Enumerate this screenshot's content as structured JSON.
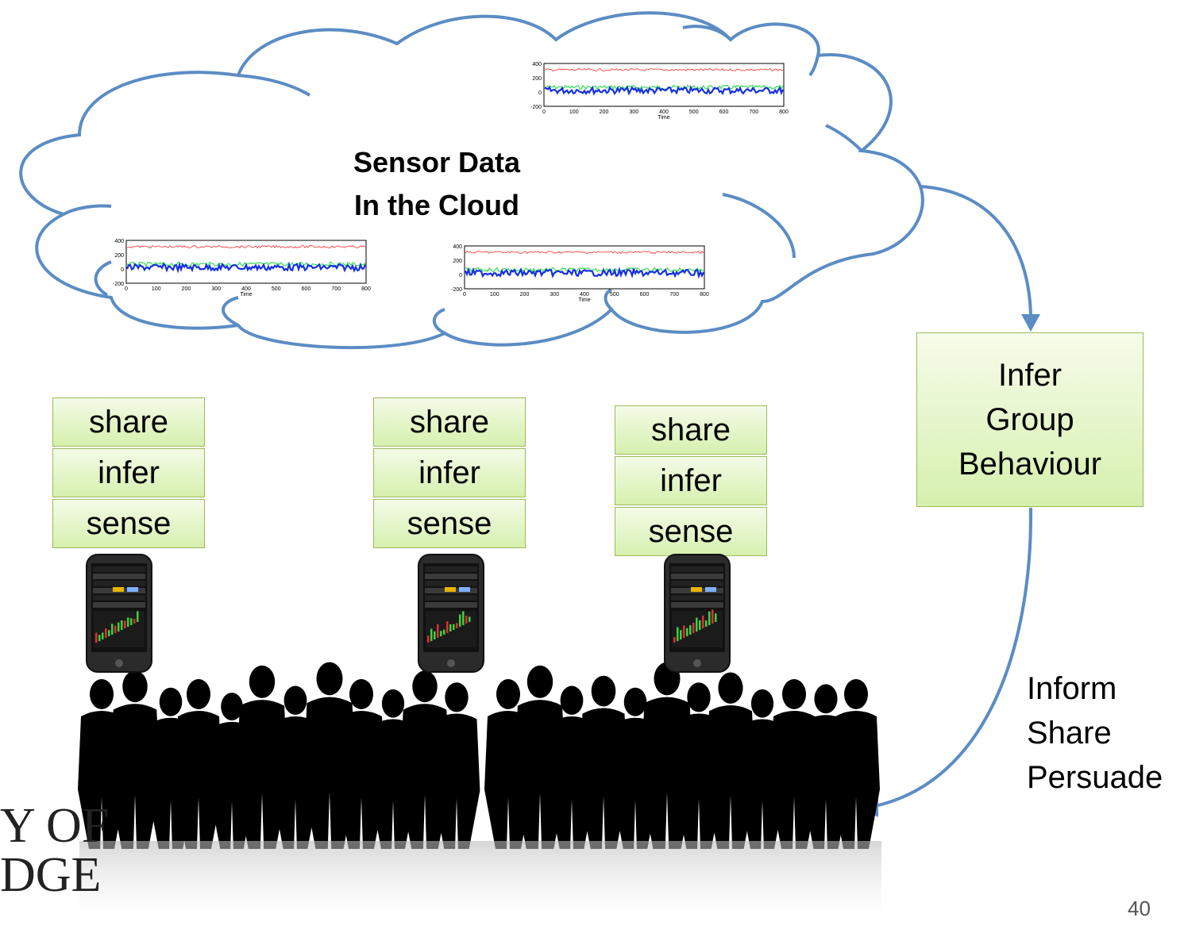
{
  "cloud": {
    "title_line1": "Sensor Data",
    "title_line2": "In the Cloud"
  },
  "mini_chart": {
    "y_ticks": [
      "400",
      "200",
      "0",
      "-200"
    ],
    "x_ticks": [
      "0",
      "100",
      "200",
      "300",
      "400",
      "500",
      "600",
      "700",
      "800"
    ],
    "xlabel": "Time",
    "colors": {
      "top": "#ff2a2a",
      "mid": "#33dd55",
      "low": "#1530e0"
    }
  },
  "stacks": [
    {
      "layers": [
        "share",
        "infer",
        "sense"
      ]
    },
    {
      "layers": [
        "share",
        "infer",
        "sense"
      ]
    },
    {
      "layers": [
        "share",
        "infer",
        "sense"
      ]
    }
  ],
  "infer_box": {
    "line1": "Infer",
    "line2": "Group",
    "line3": "Behaviour"
  },
  "inform": {
    "line1": "Inform",
    "line2": "Share",
    "line3": "Persuade"
  },
  "page_number": "40",
  "logo": {
    "line1": "Y OF",
    "line2": "DGE"
  },
  "colors": {
    "arrow": "#5b8cc4",
    "cloud_stroke": "#5b8cc4",
    "box_border": "#9bbb59"
  }
}
